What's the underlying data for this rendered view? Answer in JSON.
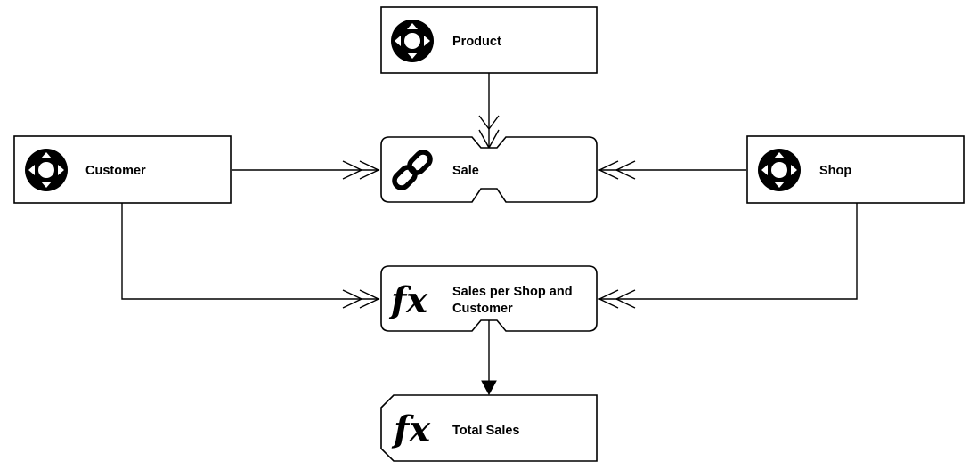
{
  "diagram": {
    "nodes": {
      "product": {
        "label": "Product",
        "icon": "dimension-icon"
      },
      "customer": {
        "label": "Customer",
        "icon": "dimension-icon"
      },
      "shop": {
        "label": "Shop",
        "icon": "dimension-icon"
      },
      "sale": {
        "label": "Sale",
        "icon": "link-icon"
      },
      "sales_per_shop": {
        "label_line1": "Sales per Shop and",
        "label_line2": "Customer",
        "icon": "fx-icon"
      },
      "total_sales": {
        "label": "Total Sales",
        "icon": "fx-icon"
      }
    },
    "icon_text": {
      "fx": "fx"
    },
    "edges": [
      {
        "from": "Product",
        "to": "Sale",
        "head": "double-open"
      },
      {
        "from": "Customer",
        "to": "Sale",
        "head": "double-open"
      },
      {
        "from": "Shop",
        "to": "Sale",
        "head": "double-open"
      },
      {
        "from": "Customer",
        "to": "Sales per Shop and Customer",
        "head": "double-open"
      },
      {
        "from": "Shop",
        "to": "Sales per Shop and Customer",
        "head": "double-open"
      },
      {
        "from": "Sales per Shop and Customer",
        "to": "Total Sales",
        "head": "filled"
      }
    ]
  }
}
